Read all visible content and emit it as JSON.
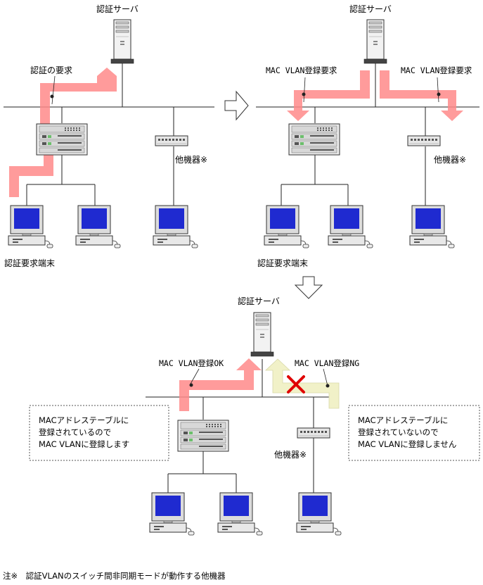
{
  "labels": {
    "auth_server": "認証サーバ",
    "auth_request": "認証の要求",
    "mac_vlan_reg_request": "MAC VLAN登録要求",
    "other_device": "他機器※",
    "auth_requesting_terminal": "認証要求端末",
    "mac_vlan_reg_ok": "MAC VLAN登録OK",
    "mac_vlan_reg_ng": "MAC VLAN登録NG"
  },
  "notes": {
    "registered": [
      "MACアドレステーブルに",
      "登録されているので",
      "MAC VLANに登録します"
    ],
    "not_registered": [
      "MACアドレステーブルに",
      "登録されていないので",
      "MAC VLANに登録しません"
    ]
  },
  "footnote": "注※　認証VLANのスイッチ間非同期モードが動作する他機器",
  "colors": {
    "success_arrow": "#ff8a8a",
    "rejected_arrow": "#f1f1c8",
    "reject_mark": "#e00000",
    "monitor_screen": "#1f2ad0"
  },
  "icons": {
    "server": "tower-server-icon",
    "switch": "chassis-switch-icon",
    "small_switch": "small-switch-icon",
    "terminal": "desktop-pc-icon",
    "flow": "outline-arrow-icon",
    "reject": "x-mark-icon"
  }
}
